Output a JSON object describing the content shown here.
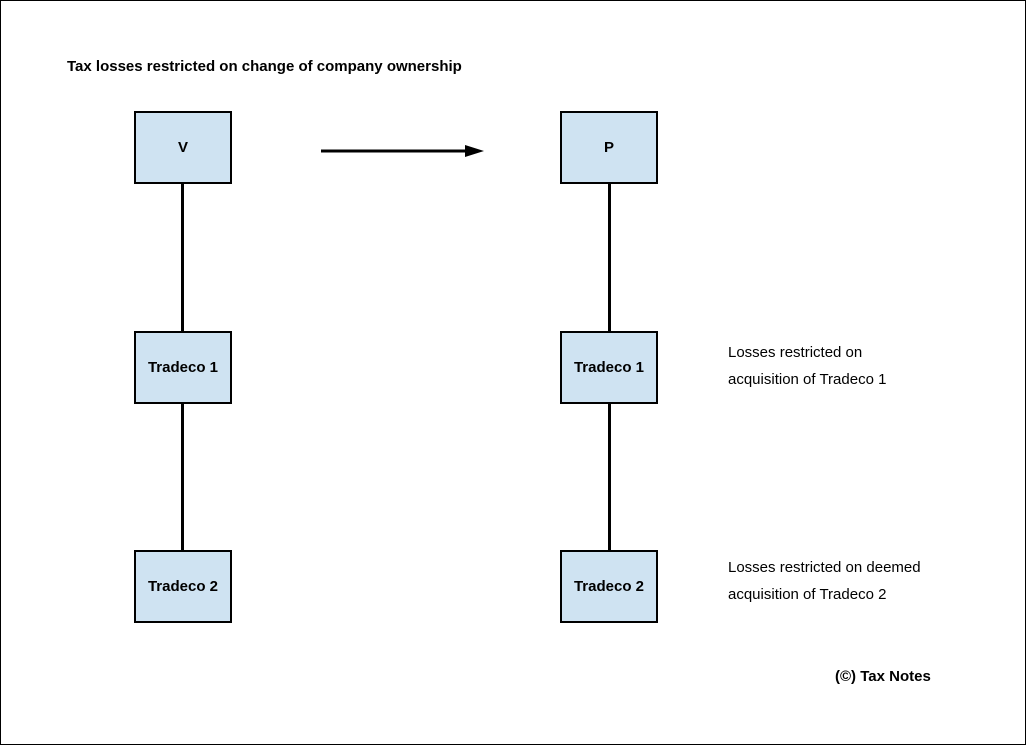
{
  "title": "Tax losses restricted on change of company ownership",
  "left_group": {
    "top": "V",
    "middle": "Tradeco 1",
    "bottom": "Tradeco 2"
  },
  "right_group": {
    "top": "P",
    "middle": "Tradeco 1",
    "bottom": "Tradeco 2"
  },
  "notes": {
    "tradeco1": [
      "Losses restricted on",
      "acquisition of Tradeco 1"
    ],
    "tradeco2": [
      "Losses restricted on deemed",
      "acquisition of Tradeco 2"
    ]
  },
  "copyright": "(©) Tax Notes",
  "colors": {
    "box_fill": "#cfe3f2",
    "stroke": "#000000"
  },
  "icons": {
    "transfer": "arrow-right-icon"
  }
}
